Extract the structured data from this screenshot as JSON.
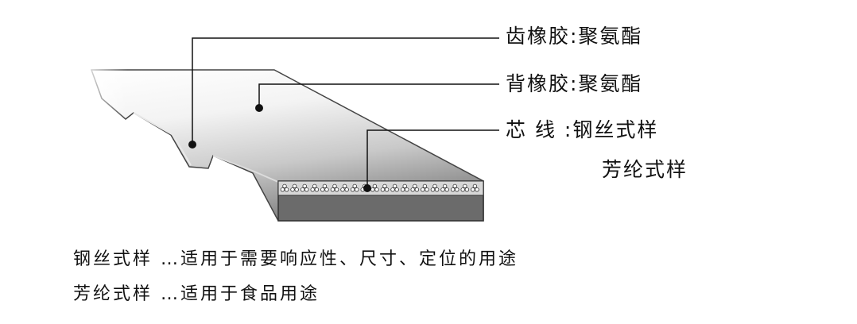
{
  "header": {
    "partial_title": ""
  },
  "labels": {
    "tooth_rubber": "齿橡胶:聚氨酯",
    "back_rubber": "背橡胶:聚氨酯",
    "cord": "芯 线 :钢丝式样",
    "cord_alt": "芳纶式样"
  },
  "descriptions": {
    "steel": "钢丝式样 …适用于需要响应性、尺寸、定位的用途",
    "aramid": "芳纶式样 …适用于食品用途"
  },
  "colors": {
    "title_accent": "#2aa0d6",
    "cord_band": "#6b6b6b",
    "leader_line": "#111111"
  },
  "icons": {
    "cord_pattern": "cord-fiber-pattern-icon"
  }
}
